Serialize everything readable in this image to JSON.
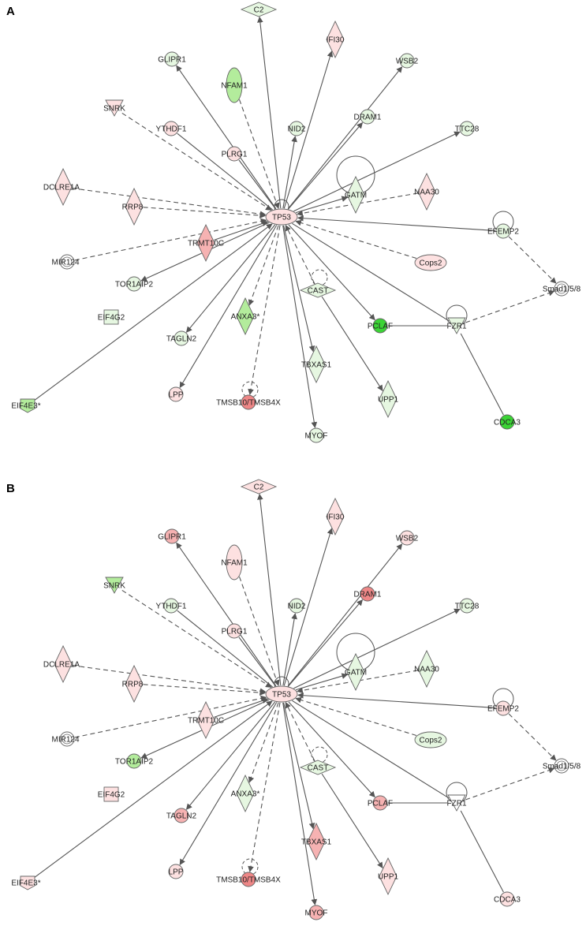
{
  "colors": {
    "green_light": "#e6f7e1",
    "green": "#b3ec9c",
    "green_strong": "#3bd435",
    "red_light": "#fde1e1",
    "red": "#f6b2b2",
    "red_strong": "#ee8787",
    "white": "#ffffff",
    "stroke": "#666666",
    "edge": "#555555"
  },
  "panels": [
    {
      "label": "A",
      "nodes": [
        {
          "id": "C2",
          "label": "C2",
          "shape": "diamond",
          "color": "green_light"
        },
        {
          "id": "IFI30",
          "label": "IFI30",
          "shape": "diamond_v",
          "color": "red_light"
        },
        {
          "id": "GLIPR1",
          "label": "GLIPR1",
          "shape": "circle",
          "color": "green_light"
        },
        {
          "id": "NFAM1",
          "label": "NFAM1",
          "shape": "ellipse_v",
          "color": "green"
        },
        {
          "id": "WSB2",
          "label": "WSB2",
          "shape": "circle",
          "color": "green_light"
        },
        {
          "id": "SNRK",
          "label": "SNRK",
          "shape": "triangle_down",
          "color": "red_light"
        },
        {
          "id": "YTHDF1",
          "label": "YTHDF1",
          "shape": "circle",
          "color": "red_light"
        },
        {
          "id": "PLRG1",
          "label": "PLRG1",
          "shape": "circle",
          "color": "red_light"
        },
        {
          "id": "NID2",
          "label": "NID2",
          "shape": "circle",
          "color": "green_light"
        },
        {
          "id": "DRAM1",
          "label": "DRAM1",
          "shape": "circle",
          "color": "green_light"
        },
        {
          "id": "TTC28",
          "label": "TTC28",
          "shape": "circle",
          "color": "green_light"
        },
        {
          "id": "DCLRE1A",
          "label": "DCLRE1A",
          "shape": "diamond_v",
          "color": "red_light"
        },
        {
          "id": "RRP8",
          "label": "RRP8",
          "shape": "diamond_v",
          "color": "red_light"
        },
        {
          "id": "GATM",
          "label": "GATM",
          "shape": "diamond_v",
          "color": "green_light"
        },
        {
          "id": "NAA30",
          "label": "NAA30",
          "shape": "diamond_v",
          "color": "red_light"
        },
        {
          "id": "TP53",
          "label": "TP53",
          "shape": "ellipse_h",
          "color": "red_light"
        },
        {
          "id": "TRMT10C",
          "label": "TRMT10C",
          "shape": "diamond_v",
          "color": "red"
        },
        {
          "id": "EFEMP2",
          "label": "EFEMP2",
          "shape": "circle",
          "color": "green_light"
        },
        {
          "id": "MIR124",
          "label": "MIR124",
          "shape": "double_circle",
          "color": "white"
        },
        {
          "id": "Cops2",
          "label": "Cops2",
          "shape": "ellipse_h",
          "color": "red_light"
        },
        {
          "id": "TOR1AIP2",
          "label": "TOR1AIP2",
          "shape": "circle",
          "color": "green_light"
        },
        {
          "id": "CAST",
          "label": "CAST",
          "shape": "diamond",
          "color": "green_light"
        },
        {
          "id": "Smad158",
          "label": "Smad1/5/8",
          "shape": "double_circle",
          "color": "white"
        },
        {
          "id": "ANXA3",
          "label": "ANXA3*",
          "shape": "diamond_v",
          "color": "green"
        },
        {
          "id": "EIF4G2",
          "label": "EIF4G2",
          "shape": "square",
          "color": "green_light"
        },
        {
          "id": "TAGLN2",
          "label": "TAGLN2",
          "shape": "circle",
          "color": "green_light"
        },
        {
          "id": "PCLAF",
          "label": "PCLAF",
          "shape": "circle",
          "color": "green_strong"
        },
        {
          "id": "FZR1",
          "label": "FZR1",
          "shape": "triangle_down",
          "color": "green_light"
        },
        {
          "id": "TBXAS1",
          "label": "TBXAS1",
          "shape": "diamond_v",
          "color": "green_light"
        },
        {
          "id": "LPP",
          "label": "LPP",
          "shape": "circle",
          "color": "red_light"
        },
        {
          "id": "TMSB",
          "label": "TMSB10/TMSB4X",
          "shape": "circle",
          "color": "red_strong"
        },
        {
          "id": "UPP1",
          "label": "UPP1",
          "shape": "diamond_v",
          "color": "green_light"
        },
        {
          "id": "EIF4E3",
          "label": "EIF4E3*",
          "shape": "pentagon",
          "color": "green"
        },
        {
          "id": "CDCA3",
          "label": "CDCA3",
          "shape": "circle",
          "color": "green_strong"
        },
        {
          "id": "MYOF",
          "label": "MYOF",
          "shape": "circle",
          "color": "green_light"
        }
      ]
    },
    {
      "label": "B",
      "nodes": [
        {
          "id": "C2",
          "label": "C2",
          "shape": "diamond",
          "color": "red_light"
        },
        {
          "id": "IFI30",
          "label": "IFI30",
          "shape": "diamond_v",
          "color": "red_light"
        },
        {
          "id": "GLIPR1",
          "label": "GLIPR1",
          "shape": "circle",
          "color": "red"
        },
        {
          "id": "NFAM1",
          "label": "NFAM1",
          "shape": "ellipse_v",
          "color": "red_light"
        },
        {
          "id": "WSB2",
          "label": "WSB2",
          "shape": "circle",
          "color": "red_light"
        },
        {
          "id": "SNRK",
          "label": "SNRK",
          "shape": "triangle_down",
          "color": "green"
        },
        {
          "id": "YTHDF1",
          "label": "YTHDF1",
          "shape": "circle",
          "color": "green_light"
        },
        {
          "id": "PLRG1",
          "label": "PLRG1",
          "shape": "circle",
          "color": "red_light"
        },
        {
          "id": "NID2",
          "label": "NID2",
          "shape": "circle",
          "color": "green_light"
        },
        {
          "id": "DRAM1",
          "label": "DRAM1",
          "shape": "circle",
          "color": "red_strong"
        },
        {
          "id": "TTC28",
          "label": "TTC28",
          "shape": "circle",
          "color": "green_light"
        },
        {
          "id": "DCLRE1A",
          "label": "DCLRE1A",
          "shape": "diamond_v",
          "color": "red_light"
        },
        {
          "id": "RRP8",
          "label": "RRP8",
          "shape": "diamond_v",
          "color": "red_light"
        },
        {
          "id": "GATM",
          "label": "GATM",
          "shape": "diamond_v",
          "color": "green_light"
        },
        {
          "id": "NAA30",
          "label": "NAA30",
          "shape": "diamond_v",
          "color": "green_light"
        },
        {
          "id": "TP53",
          "label": "TP53",
          "shape": "ellipse_h",
          "color": "red_light"
        },
        {
          "id": "TRMT10C",
          "label": "TRMT10C",
          "shape": "diamond_v",
          "color": "red_light"
        },
        {
          "id": "EFEMP2",
          "label": "EFEMP2",
          "shape": "circle",
          "color": "red_light"
        },
        {
          "id": "MIR124",
          "label": "MIR124",
          "shape": "double_circle",
          "color": "white"
        },
        {
          "id": "Cops2",
          "label": "Cops2",
          "shape": "ellipse_h",
          "color": "green_light"
        },
        {
          "id": "TOR1AIP2",
          "label": "TOR1AIP2",
          "shape": "circle",
          "color": "green"
        },
        {
          "id": "CAST",
          "label": "CAST",
          "shape": "diamond",
          "color": "green_light"
        },
        {
          "id": "Smad158",
          "label": "Smad1/5/8",
          "shape": "double_circle",
          "color": "white"
        },
        {
          "id": "ANXA3",
          "label": "ANXA3*",
          "shape": "diamond_v",
          "color": "green_light"
        },
        {
          "id": "EIF4G2",
          "label": "EIF4G2",
          "shape": "square",
          "color": "red_light"
        },
        {
          "id": "TAGLN2",
          "label": "TAGLN2",
          "shape": "circle",
          "color": "red"
        },
        {
          "id": "PCLAF",
          "label": "PCLAF",
          "shape": "circle",
          "color": "red"
        },
        {
          "id": "FZR1",
          "label": "FZR1",
          "shape": "triangle_down",
          "color": "white"
        },
        {
          "id": "TBXAS1",
          "label": "TBXAS1",
          "shape": "diamond_v",
          "color": "red"
        },
        {
          "id": "LPP",
          "label": "LPP",
          "shape": "circle",
          "color": "red_light"
        },
        {
          "id": "TMSB",
          "label": "TMSB10/TMSB4X",
          "shape": "circle",
          "color": "red_strong"
        },
        {
          "id": "UPP1",
          "label": "UPP1",
          "shape": "diamond_v",
          "color": "red_light"
        },
        {
          "id": "EIF4E3",
          "label": "EIF4E3*",
          "shape": "pentagon",
          "color": "red_light"
        },
        {
          "id": "CDCA3",
          "label": "CDCA3",
          "shape": "circle",
          "color": "red_light"
        },
        {
          "id": "MYOF",
          "label": "MYOF",
          "shape": "circle",
          "color": "red"
        }
      ]
    }
  ],
  "edges": [
    {
      "from": "TP53",
      "to": "C2",
      "style": "solid",
      "arrow": true
    },
    {
      "from": "TP53",
      "to": "IFI30",
      "style": "solid",
      "arrow": true
    },
    {
      "from": "TP53",
      "to": "GLIPR1",
      "style": "solid",
      "arrow": true
    },
    {
      "from": "NFAM1",
      "to": "TP53",
      "style": "dashed",
      "arrow": true
    },
    {
      "from": "TP53",
      "to": "WSB2",
      "style": "solid",
      "arrow": true
    },
    {
      "from": "SNRK",
      "to": "TP53",
      "style": "dashed",
      "arrow": true
    },
    {
      "from": "YTHDF1",
      "to": "TP53",
      "style": "solid",
      "arrow": false
    },
    {
      "from": "PLRG1",
      "to": "TP53",
      "style": "solid",
      "arrow": false
    },
    {
      "from": "TP53",
      "to": "NID2",
      "style": "solid",
      "arrow": true
    },
    {
      "from": "TP53",
      "to": "DRAM1",
      "style": "solid",
      "arrow": true
    },
    {
      "from": "TP53",
      "to": "TTC28",
      "style": "solid",
      "arrow": true
    },
    {
      "from": "DCLRE1A",
      "to": "TP53",
      "style": "dashed",
      "arrow": true
    },
    {
      "from": "RRP8",
      "to": "TP53",
      "style": "dashed",
      "arrow": true
    },
    {
      "from": "TP53",
      "to": "GATM",
      "style": "solid",
      "arrow": true
    },
    {
      "from": "NAA30",
      "to": "TP53",
      "style": "dashed",
      "arrow": true
    },
    {
      "from": "TRMT10C",
      "to": "TP53",
      "style": "solid",
      "arrow": true
    },
    {
      "from": "EFEMP2",
      "to": "TP53",
      "style": "solid",
      "arrow": true
    },
    {
      "from": "MIR124",
      "to": "TP53",
      "style": "dashed",
      "arrow": true
    },
    {
      "from": "Cops2",
      "to": "TP53",
      "style": "dashed",
      "arrow": true
    },
    {
      "from": "TP53",
      "to": "TOR1AIP2",
      "style": "solid",
      "arrow": true
    },
    {
      "from": "CAST",
      "to": "TP53",
      "style": "dashed",
      "arrow": true
    },
    {
      "from": "TP53",
      "to": "ANXA3",
      "style": "dashed",
      "arrow": true
    },
    {
      "from": "EIF4E3",
      "to": "TP53",
      "style": "solid",
      "arrow": true
    },
    {
      "from": "TP53",
      "to": "TAGLN2",
      "style": "solid",
      "arrow": true
    },
    {
      "from": "TP53",
      "to": "PCLAF",
      "style": "solid",
      "arrow": true
    },
    {
      "from": "FZR1",
      "to": "TP53",
      "style": "solid",
      "arrow": false
    },
    {
      "from": "TP53",
      "to": "TBXAS1",
      "style": "solid",
      "arrow": true
    },
    {
      "from": "TP53",
      "to": "LPP",
      "style": "solid",
      "arrow": true
    },
    {
      "from": "TP53",
      "to": "TMSB",
      "style": "dashed",
      "arrow": true
    },
    {
      "from": "TP53",
      "to": "MYOF",
      "style": "solid",
      "arrow": true
    },
    {
      "from": "CAST",
      "to": "UPP1",
      "style": "solid",
      "arrow": true
    },
    {
      "from": "EFEMP2",
      "to": "Smad158",
      "style": "dashed",
      "arrow": true
    },
    {
      "from": "FZR1",
      "to": "Smad158",
      "style": "dashed",
      "arrow": true
    },
    {
      "from": "PCLAF",
      "to": "FZR1",
      "style": "solid",
      "arrow": false
    },
    {
      "from": "FZR1",
      "to": "CDCA3",
      "style": "solid",
      "arrow": false
    }
  ]
}
